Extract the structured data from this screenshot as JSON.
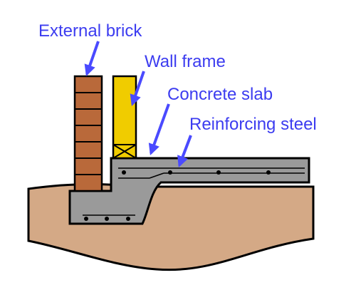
{
  "labels": {
    "external_brick": "External brick",
    "wall_frame": "Wall frame",
    "concrete_slab": "Concrete slab",
    "reinforcing_steel": "Reinforcing steel"
  },
  "colors": {
    "label_text": "#3c3cf0",
    "arrow": "#4a4aff",
    "soil": "#d4a986",
    "concrete": "#9a9a9a",
    "brick": "#b9693a",
    "timber_frame": "#f0cc00",
    "outline": "#000000"
  }
}
